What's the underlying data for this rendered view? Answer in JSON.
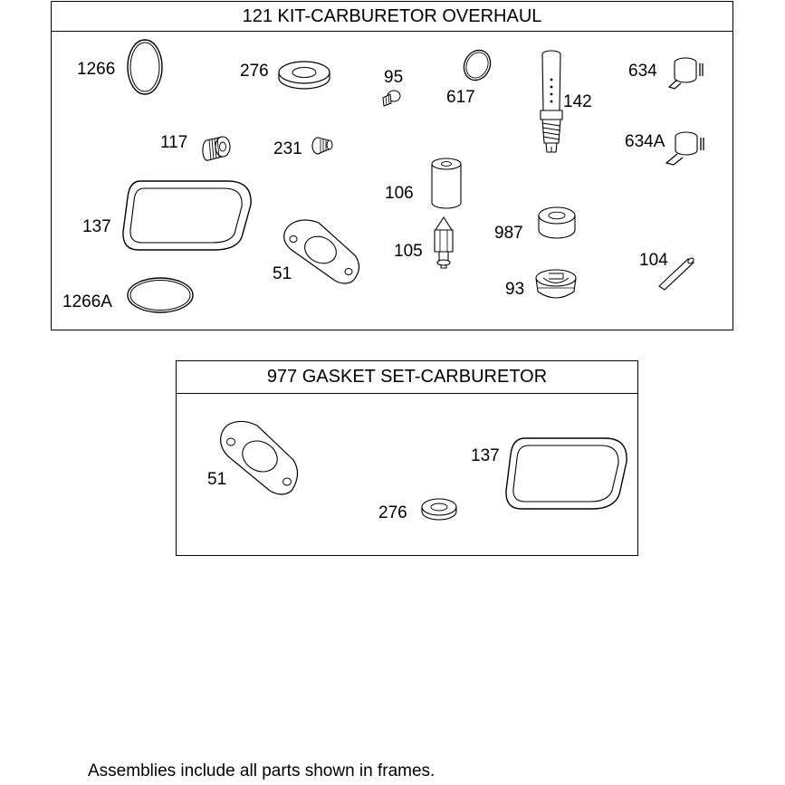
{
  "kit_frame": {
    "title": "121 KIT-CARBURETOR OVERHAUL",
    "parts": {
      "p1266": "1266",
      "p276": "276",
      "p95": "95",
      "p617": "617",
      "p142": "142",
      "p634": "634",
      "p634a": "634A",
      "p117": "117",
      "p231": "231",
      "p106": "106",
      "p137": "137",
      "p51": "51",
      "p105": "105",
      "p987": "987",
      "p104": "104",
      "p1266a": "1266A",
      "p93": "93"
    }
  },
  "gasket_frame": {
    "title": "977 GASKET SET-CARBURETOR",
    "parts": {
      "p51": "51",
      "p137": "137",
      "p276": "276"
    }
  },
  "footnote": "Assemblies include all parts shown in frames."
}
